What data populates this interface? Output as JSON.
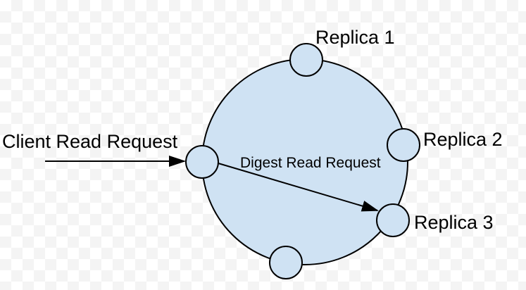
{
  "colors": {
    "shape_fill": "#cfe2f3",
    "shape_stroke": "#000000",
    "text_color": "#000000",
    "checker_gray": "#f4f4f4",
    "checker_white": "#ffffff"
  },
  "labels": {
    "client_arrow": "Client Read Request",
    "digest_arrow": "Digest Read Request",
    "replica1": "Replica 1",
    "replica2": "Replica 2",
    "replica3": "Replica 3"
  },
  "diagram": {
    "ring_node_count": 5
  }
}
